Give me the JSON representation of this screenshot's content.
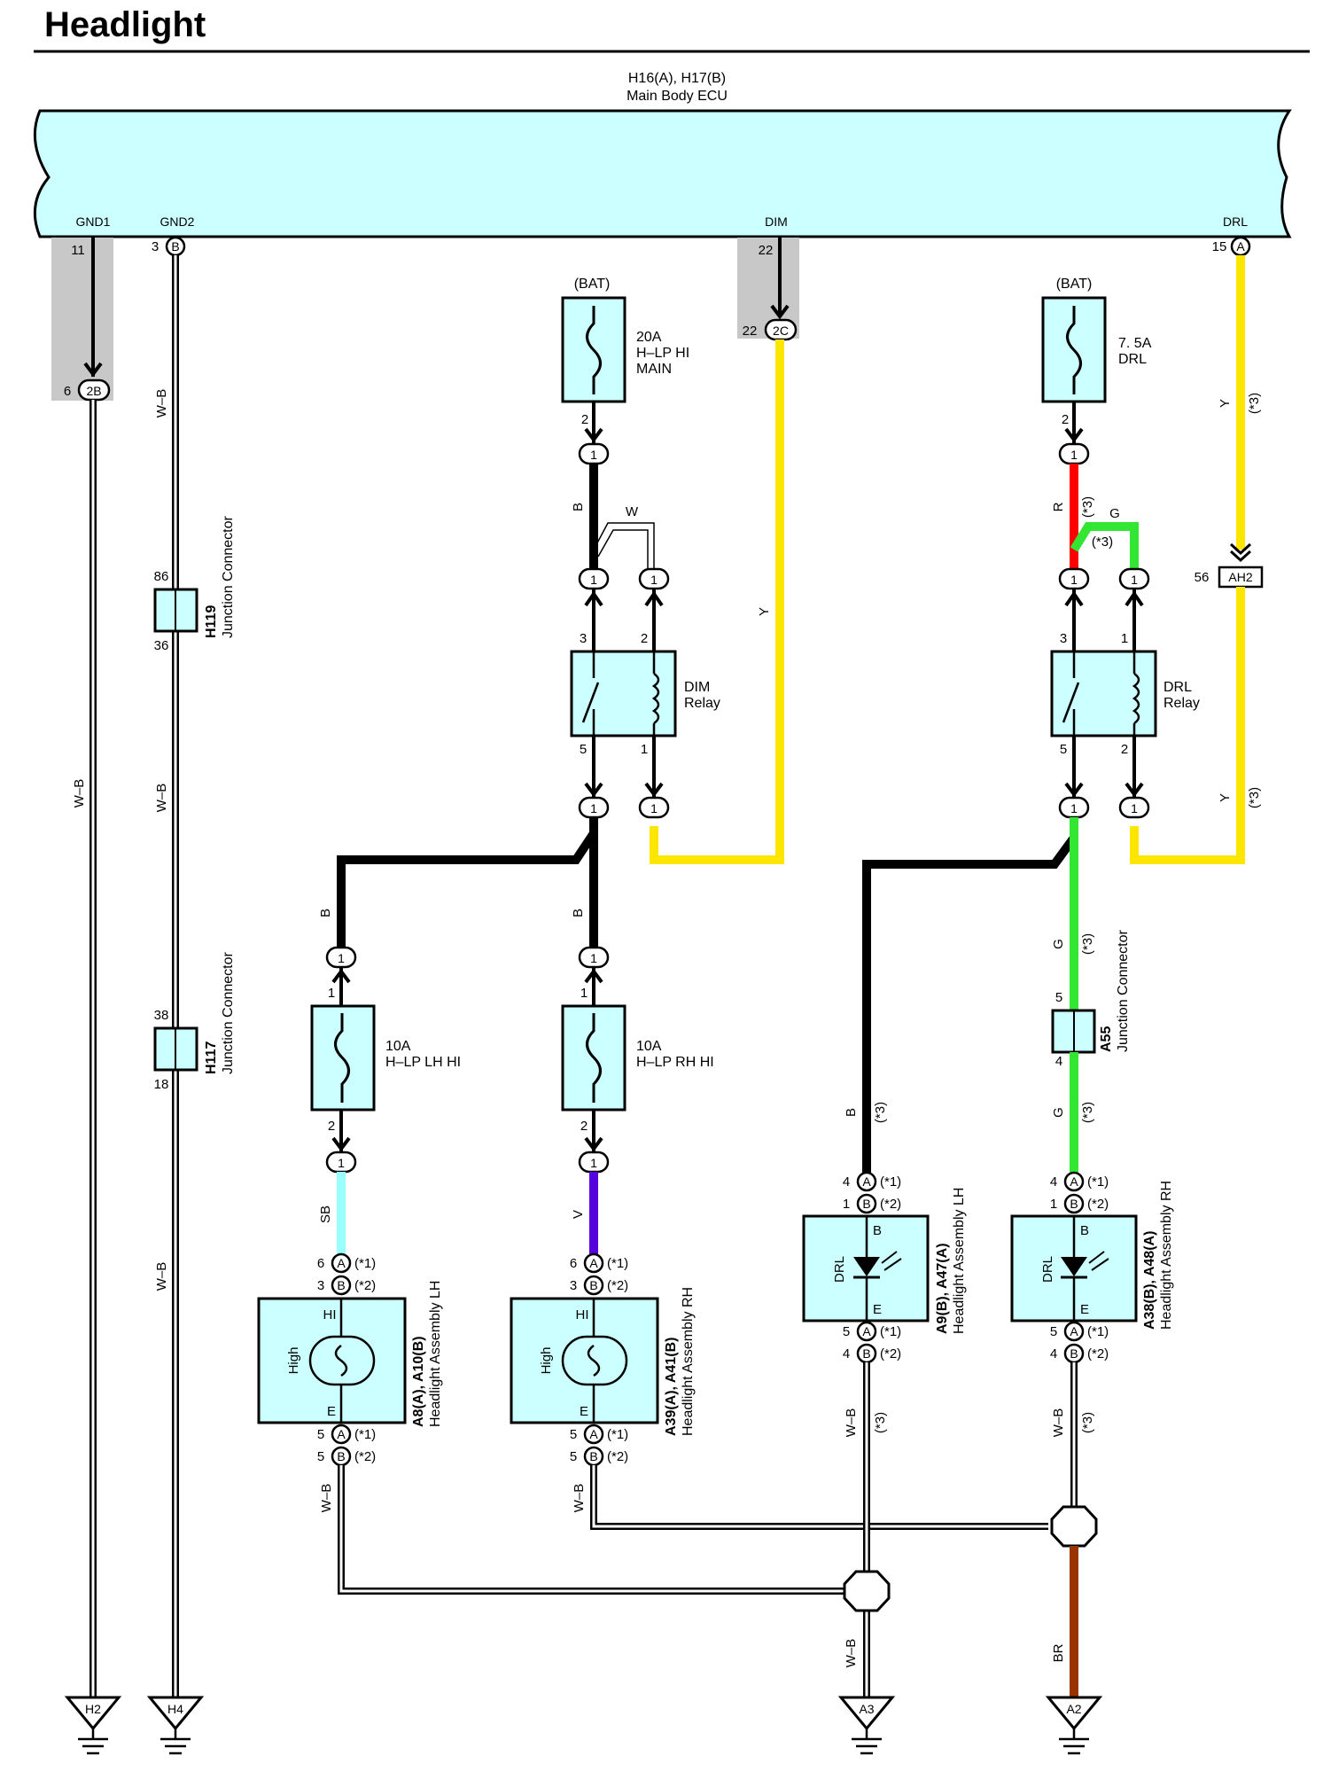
{
  "title": "Headlight",
  "ecu": {
    "connector_ids": "H16(A), H17(B)",
    "name": "Main Body ECU",
    "terminals": {
      "gnd1": "GND1",
      "gnd2": "GND2",
      "dim": "DIM",
      "drl": "DRL"
    },
    "pins": {
      "gnd1": "11",
      "gnd2": "3",
      "dim": "22",
      "drl": "15"
    }
  },
  "markers": {
    "a": "A",
    "b": "B",
    "one": "1",
    "note1": "(*1)",
    "note2": "(*2)",
    "note3": "(*3)"
  },
  "connectors": {
    "c2b": {
      "pin": "6",
      "id": "2B"
    },
    "c2c": {
      "pin": "22",
      "id": "2C"
    },
    "ah2": {
      "pin": "56",
      "id": "AH2"
    }
  },
  "bat": "(BAT)",
  "fuses": {
    "hlp_hi_main": {
      "amp": "20A",
      "line1": "H–LP HI",
      "line2": "MAIN",
      "pin_out": "2"
    },
    "drl": {
      "amp": "7. 5A",
      "line1": "DRL",
      "pin_out": "2"
    },
    "lh_hi": {
      "amp": "10A",
      "line1": "H–LP LH HI",
      "pin_in": "1",
      "pin_out": "2"
    },
    "rh_hi": {
      "amp": "10A",
      "line1": "H–LP RH HI",
      "pin_in": "1",
      "pin_out": "2"
    }
  },
  "relays": {
    "dim": {
      "line1": "DIM",
      "line2": "Relay",
      "p3": "3",
      "p2": "2",
      "p5": "5",
      "p1": "1"
    },
    "drl": {
      "line1": "DRL",
      "line2": "Relay",
      "p3": "3",
      "p1": "1",
      "p5": "5",
      "p2": "2"
    }
  },
  "junctions": {
    "h119": {
      "id": "H119",
      "name": "Junction Connector",
      "pin_top": "86",
      "pin_bottom": "36"
    },
    "h117": {
      "id": "H117",
      "name": "Junction Connector",
      "pin_top": "38",
      "pin_bottom": "18"
    },
    "a55": {
      "id": "A55",
      "name": "Junction Connector",
      "pin_top": "5",
      "pin_bottom": "4"
    }
  },
  "headlights": {
    "lh_hi": {
      "ids": "A8(A), A10(B)",
      "name": "Headlight Assembly LH",
      "top_label": "HI",
      "bottom_label": "E",
      "mode": "High",
      "pin_a_top": "6",
      "pin_b_top": "3",
      "pin_a_bot": "5",
      "pin_b_bot": "5"
    },
    "rh_hi": {
      "ids": "A39(A), A41(B)",
      "name": "Headlight Assembly RH",
      "top_label": "HI",
      "bottom_label": "E",
      "mode": "High",
      "pin_a_top": "6",
      "pin_b_top": "3",
      "pin_a_bot": "5",
      "pin_b_bot": "5"
    },
    "lh_drl": {
      "ids": "A9(B), A47(A)",
      "name": "Headlight Assembly LH",
      "top_label": "B",
      "bottom_label": "E",
      "mode": "DRL",
      "pin_a_top": "4",
      "pin_b_top": "1",
      "pin_a_bot": "5",
      "pin_b_bot": "4"
    },
    "rh_drl": {
      "ids": "A38(B), A48(A)",
      "name": "Headlight Assembly RH",
      "top_label": "B",
      "bottom_label": "E",
      "mode": "DRL",
      "pin_a_top": "4",
      "pin_b_top": "1",
      "pin_a_bot": "5",
      "pin_b_bot": "4"
    }
  },
  "wire_colors": {
    "wb": "W–B",
    "b": "B",
    "w": "W",
    "y": "Y",
    "r": "R",
    "g": "G",
    "sb": "SB",
    "v": "V",
    "br": "BR"
  },
  "grounds": {
    "h2": "H2",
    "h4": "H4",
    "a3": "A3",
    "a2": "A2"
  },
  "colors": {
    "ecu_fill": "#ccffff",
    "component_fill": "#ccffff",
    "wire_b": "#000000",
    "wire_y": "#ffe600",
    "wire_r": "#ff0000",
    "wire_g": "#33e633",
    "wire_sb": "#99ffff",
    "wire_v": "#5500dd",
    "wire_br": "#993300",
    "shield": "#c8c8c8"
  }
}
